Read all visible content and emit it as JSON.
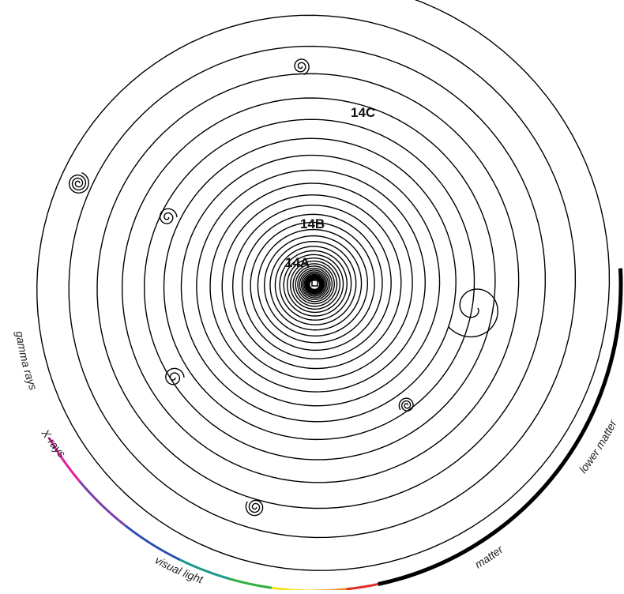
{
  "labels": {
    "center_inner": "14A",
    "center_mid": "14B",
    "center_outer": "14C"
  },
  "spectrum": {
    "gamma": "gamma rays",
    "xrays": "X-rays",
    "visual": "visual light",
    "matter": "matter",
    "lower": "lower matter"
  },
  "colors": {
    "line": "#000000",
    "magenta": "#e0209a",
    "violet": "#7a3ea8",
    "blue": "#2a4fb0",
    "teal": "#1a9a8a",
    "green": "#2fb040",
    "yellow": "#f5e21a",
    "orange": "#f08a20",
    "red": "#e0302a"
  }
}
